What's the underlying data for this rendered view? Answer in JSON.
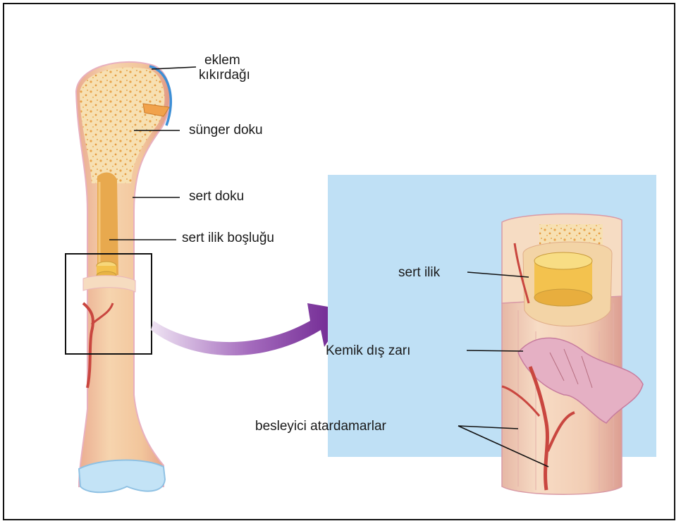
{
  "labels": {
    "eklem_line1": "eklem",
    "eklem_line2": "kıkırdağı",
    "sunger": "sünger doku",
    "sert_doku": "sert doku",
    "sert_ilik_boslugu": "sert ilik boşluğu",
    "sert_ilik": "sert ilik",
    "kemik_dis_zari": "Kemik dış zarı",
    "besleyici": "besleyici atardamarlar"
  },
  "colors": {
    "bone_fill": "#f3cfa0",
    "bone_edge": "#e2a8b8",
    "spongy": "#f5d9a0",
    "marrow": "#f6c95a",
    "cartilage": "#3d8fd6",
    "cartilage_cap": "#bfe2f7",
    "inset_bg": "#bfe0f5",
    "artery": "#c9463f",
    "arrow": "#7a2e9c"
  }
}
